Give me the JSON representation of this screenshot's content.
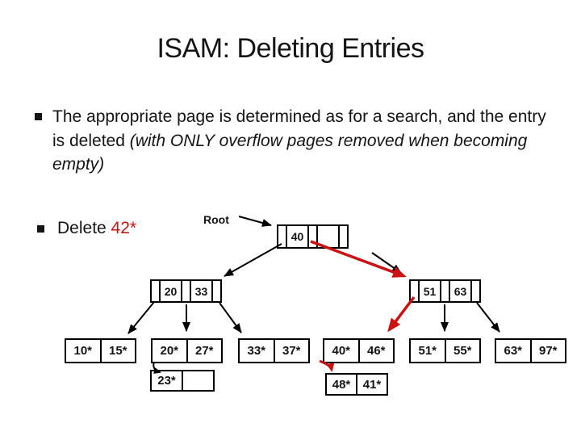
{
  "slide": {
    "title": "ISAM: Deleting Entries",
    "bullet1": {
      "normal": "The appropriate page is determined as for a search, and the entry is deleted ",
      "italic": "(with ONLY overflow pages removed when becoming empty)"
    },
    "bullet2": {
      "normal": "Delete ",
      "highlight": "42*"
    }
  },
  "diagram": {
    "root_label": "Root",
    "nodes": {
      "root": {
        "key1": "40",
        "key2": ""
      },
      "left": {
        "key1": "20",
        "key2": "33"
      },
      "right": {
        "key1": "51",
        "key2": "63"
      }
    },
    "leaves": [
      {
        "cells": [
          "10*",
          "15*"
        ]
      },
      {
        "cells": [
          "20*",
          "27*"
        ]
      },
      {
        "cells": [
          "33*",
          "37*"
        ]
      },
      {
        "cells": [
          "40*",
          "46*"
        ]
      },
      {
        "cells": [
          "51*",
          "55*"
        ]
      },
      {
        "cells": [
          "63*",
          "97*"
        ]
      }
    ],
    "overflow": [
      {
        "cells": [
          "23*",
          ""
        ]
      },
      {
        "cells": [
          "48*",
          "41*"
        ]
      }
    ],
    "colors": {
      "red": "#CC1111",
      "black": "#000000"
    }
  }
}
